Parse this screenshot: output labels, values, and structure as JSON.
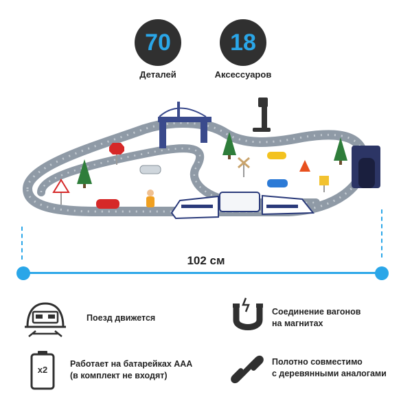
{
  "stats": [
    {
      "value": "70",
      "label": "Деталей"
    },
    {
      "value": "18",
      "label": "Аксессуаров"
    }
  ],
  "dimension": {
    "label": "102 см"
  },
  "features": [
    {
      "icon": "train-icon",
      "line1": "Поезд движется",
      "line2": ""
    },
    {
      "icon": "magnet-icon",
      "line1": "Соединение вагонов",
      "line2": "на магнитах"
    },
    {
      "icon": "battery-icon",
      "line1": "Работает на батарейках ААА",
      "line2": "(в комплект не входят)"
    },
    {
      "icon": "chain-link-icon",
      "line1": "Полотно совместимо",
      "line2": "с деревянными аналогами"
    }
  ],
  "battery_badge": "x2",
  "colors": {
    "accent": "#2aa6e8",
    "dark": "#303030",
    "track": "#8f9aa6"
  }
}
